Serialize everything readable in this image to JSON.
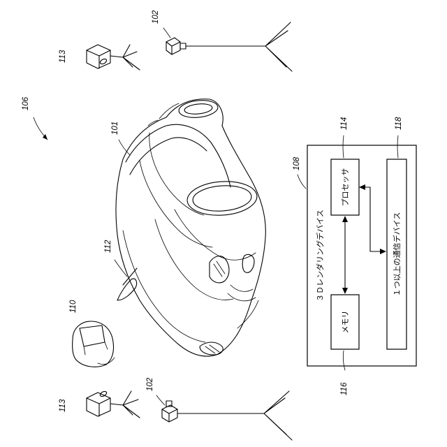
{
  "figure": {
    "labels": {
      "system": "106",
      "vehicle": "101",
      "user": "110",
      "wand": "112",
      "camera_top": "102",
      "camera_bottom": "102",
      "tracker_top": "113",
      "tracker_bottom": "113",
      "device": "108",
      "processor": "114",
      "memory": "116",
      "comm": "118"
    },
    "texts": {
      "device_title": "３Ｄレンダリングデバイス",
      "processor_label": "プロセッサ",
      "memory_label": "メモリ",
      "comm_label": "１つ以上の通信デバイス"
    }
  }
}
